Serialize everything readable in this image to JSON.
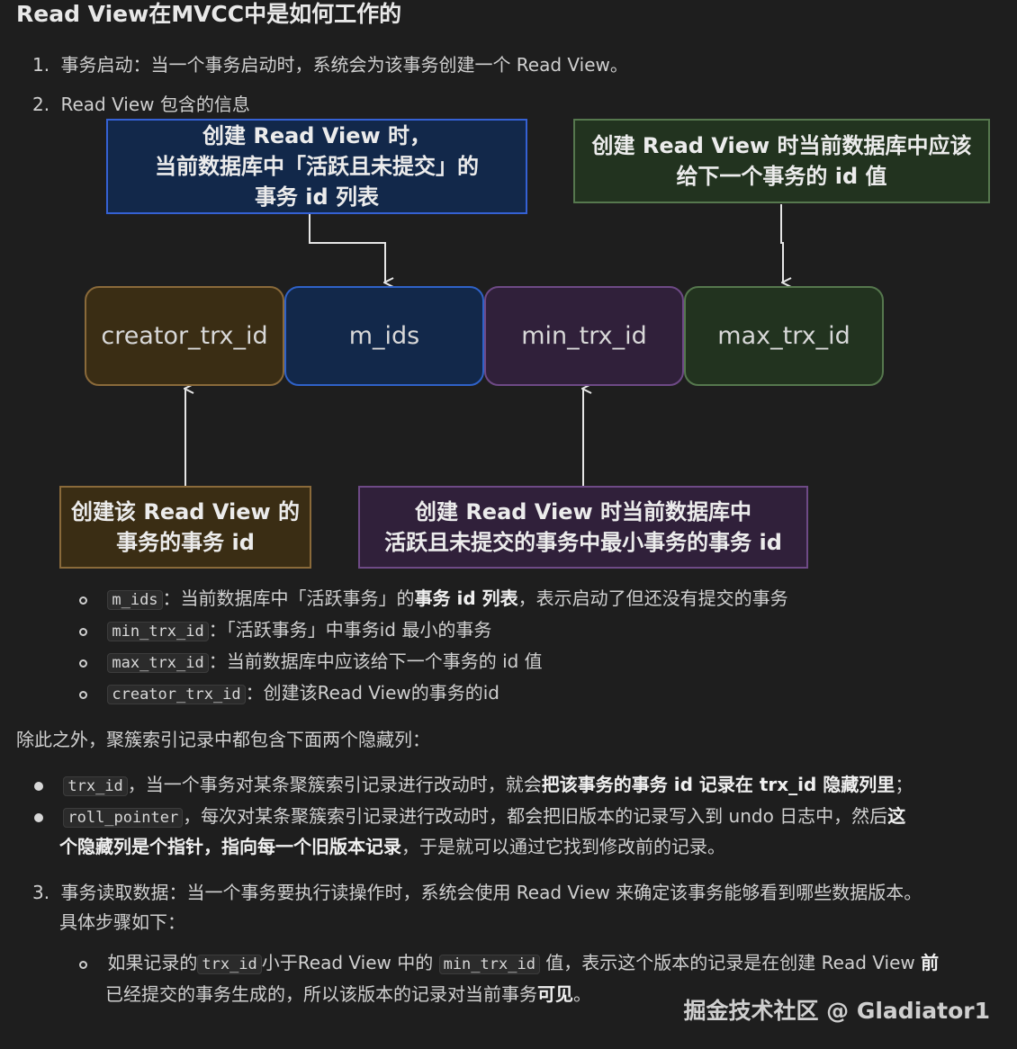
{
  "title": "Read View在MVCC中是如何工作的",
  "step1": {
    "num": "1.",
    "text": "事务启动：当一个事务启动时，系统会为该事务创建一个 Read View。"
  },
  "step2": {
    "num": "2.",
    "text": "Read View 包含的信息"
  },
  "diagram": {
    "fields": [
      "creator_trx_id",
      "m_ids",
      "min_trx_id",
      "max_trx_id"
    ],
    "annotations": {
      "m_ids": "创建 Read View 时，\n当前数据库中「活跃且未提交」的\n事务 id 列表",
      "max_trx_id": "创建 Read View 时当前数据库中应该\n给下一个事务的 id 值",
      "creator_trx_id": "创建该 Read View 的\n事务的事务 id",
      "min_trx_id": "创建 Read View 时当前数据库中\n活跃且未提交的事务中最小事务的事务 id"
    },
    "colors": {
      "creator": {
        "fill": "#3a2d14",
        "border": "#8a6a3a"
      },
      "m_ids": {
        "fill": "#12284a",
        "border": "#2f62c8"
      },
      "min": {
        "fill": "#30203a",
        "border": "#6e4a86"
      },
      "max": {
        "fill": "#22331f",
        "border": "#56784e"
      }
    }
  },
  "fields_list": [
    {
      "code": "m_ids",
      "pre": "：当前数据库中「活跃事务」的",
      "bold": "事务 id 列表",
      "post": "，表示启动了但还没有提交的事务"
    },
    {
      "code": "min_trx_id",
      "text": "：「活跃事务」中事务id 最小的事务"
    },
    {
      "code": "max_trx_id",
      "text": "：当前数据库中应该给下一个事务的 id 值"
    },
    {
      "code": "creator_trx_id",
      "text": "：创建该Read View的事务的id"
    }
  ],
  "hidden_intro": "除此之外，聚簇索引记录中都包含下面两个隐藏列：",
  "hidden_cols": [
    {
      "code": "trx_id",
      "pre": "，当一个事务对某条聚簇索引记录进行改动时，就会",
      "bold": "把该事务的事务 id 记录在 trx_id 隐藏列里",
      "post": "；"
    },
    {
      "code": "roll_pointer",
      "pre": "，每次对某条聚簇索引记录进行改动时，都会把旧版本的记录写入到 undo 日志中，然后",
      "bold1": "这",
      "bold2": "个隐藏列是个指针，指向每一个旧版本记录",
      "post": "，于是就可以通过它找到修改前的记录。"
    }
  ],
  "step3": {
    "num": "3.",
    "line1": "事务读取数据：当一个事务要执行读操作时，系统会使用 Read View 来确定该事务能够看到哪些数据版本。",
    "line2": "具体步骤如下：",
    "sub": {
      "pre": "如果记录的",
      "code1": "trx_id",
      "mid": "小于Read View 中的",
      "code2": "min_trx_id",
      "post": "值，表示这个版本的记录是在创建 Read View",
      "bold1": "前",
      "line2_pre": "已经提交的事务生成的，所以该版本的记录对当前事务",
      "bold2": "可见",
      "line2_post": "。"
    }
  },
  "watermark": "掘金技术社区 @ Gladiator1"
}
